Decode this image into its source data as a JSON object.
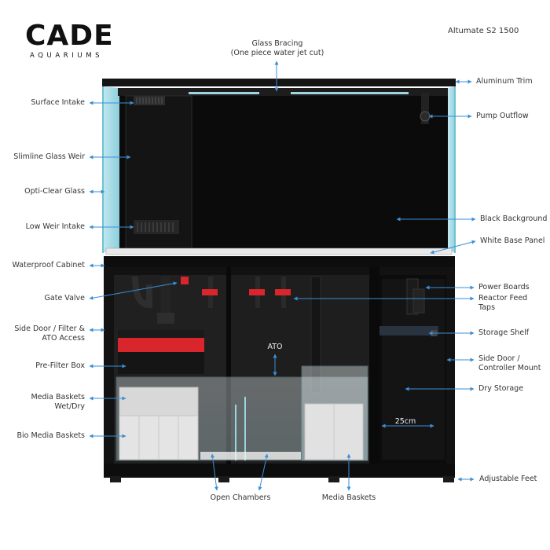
{
  "brand": {
    "name": "CADE",
    "sub": "AQUARIUMS"
  },
  "model": "Altumate S2 1500",
  "labels": {
    "glass_bracing_1": "Glass Bracing",
    "glass_bracing_2": "(One piece water jet cut)",
    "aluminum_trim": "Aluminum Trim",
    "surface_intake": "Surface Intake",
    "pump_outflow": "Pump Outflow",
    "slimline_glass_weir": "Slimline Glass Weir",
    "opti_clear_glass": "Opti-Clear Glass",
    "black_background": "Black Background",
    "low_weir_intake": "Low Weir Intake",
    "white_base_panel": "White Base Panel",
    "waterproof_cabinet": "Waterproof Cabinet",
    "power_boards": "Power Boards",
    "gate_valve": "Gate Valve",
    "reactor_feed_1": "Reactor Feed",
    "reactor_feed_2": "Taps",
    "side_door_filter_1": "Side Door / Filter &",
    "side_door_filter_2": "ATO Access",
    "storage_shelf": "Storage Shelf",
    "ato": "ATO",
    "side_door_controller_1": "Side Door /",
    "side_door_controller_2": "Controller Mount",
    "pre_filter_box": "Pre-Filter Box",
    "dry_storage": "Dry Storage",
    "media_baskets_wet_1": "Media Baskets",
    "media_baskets_wet_2": "Wet/Dry",
    "width_25cm": "25cm",
    "bio_media_baskets": "Bio Media Baskets",
    "adjustable_feet": "Adjustable Feet",
    "open_chambers": "Open Chambers",
    "media_baskets": "Media Baskets"
  },
  "colors": {
    "arrow": "#3a8fd6",
    "accent_red": "#d8262c",
    "cabinet": "#111111"
  }
}
